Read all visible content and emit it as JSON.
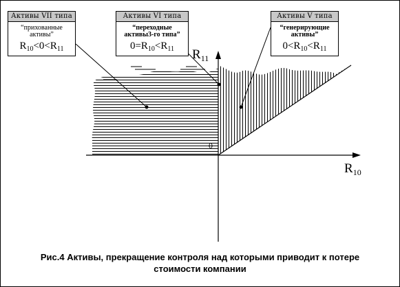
{
  "figure": {
    "boxes": [
      {
        "id": "type7",
        "header": "Активы VII типа",
        "subtitle": "“прихованные\nактивы”",
        "formula": {
          "left": "R",
          "s1": "10",
          "mid": "<0<R",
          "s2": "11",
          "right": ""
        }
      },
      {
        "id": "type6",
        "header": "Активы VI типа",
        "subtitle": "“переходные\nактивы3-го типа”",
        "formula": {
          "left": "0=R",
          "s1": "10",
          "mid": "<R",
          "s2": "11",
          "right": ""
        }
      },
      {
        "id": "type5",
        "header": "Активы V типа",
        "subtitle": "“генерирующие\nактивы”",
        "formula": {
          "left": "0<R",
          "s1": "10",
          "mid": "<R",
          "s2": "11",
          "right": ""
        }
      }
    ],
    "axes": {
      "y_label": {
        "main": "R",
        "sub": "11"
      },
      "x_label": {
        "main": "R",
        "sub": "10"
      },
      "origin_label": "0"
    },
    "caption": {
      "line1": "Рис.4 Активы, прекращение контроля над которыми приводит к потере",
      "line2": "стоимости компании"
    },
    "colors": {
      "stroke": "#000000",
      "box_header_bg": "#c8c8c8",
      "background": "#ffffff"
    }
  }
}
